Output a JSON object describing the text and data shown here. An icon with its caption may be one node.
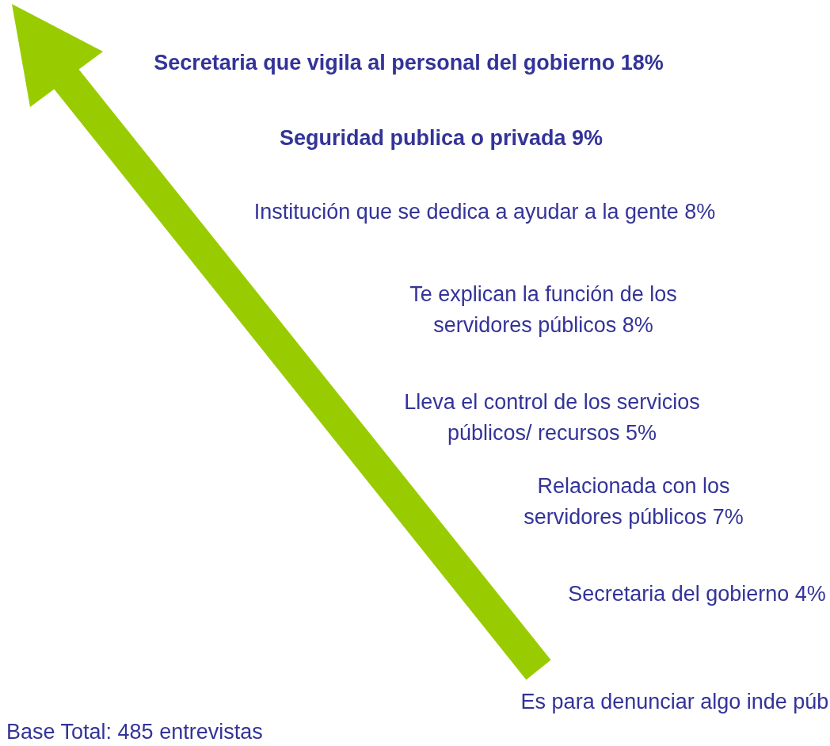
{
  "diagram": {
    "labels": [
      "Secretaria que vigila al personal del gobierno 18%",
      "Seguridad publica o privada 9%",
      "Institución que se dedica a ayudar a la gente 8%",
      "Te explican la función de los servidores públicos 8%",
      "Lleva el control de los servicios públicos/ recursos 5%",
      "Relacionada con los servidores públicos 7%",
      "Secretaria del gobierno 4%",
      "Es para denunciar algo inde púb",
      "Base Total: 485 entrevistas"
    ]
  }
}
